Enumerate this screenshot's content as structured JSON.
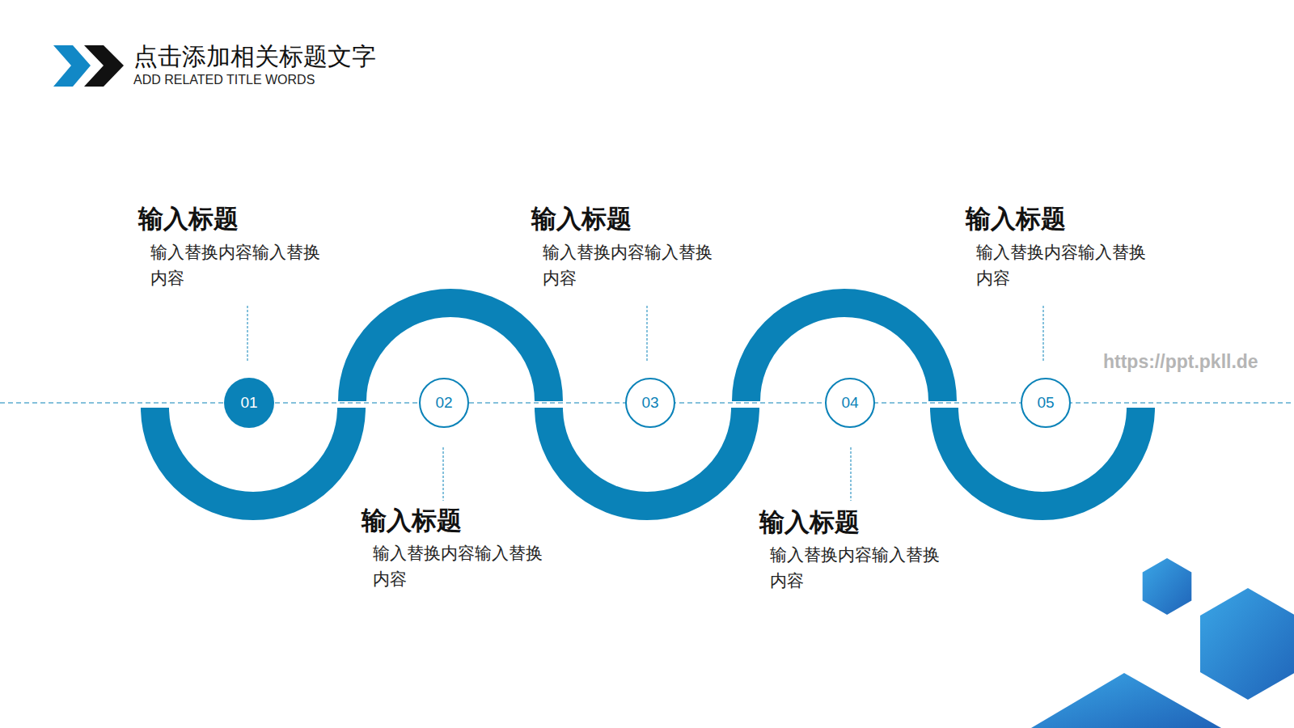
{
  "diagram": {
    "title": "点击添加相关标题文字",
    "nodes": [
      {
        "text": [
          "01"
        ]
      },
      {
        "text": [
          "02"
        ]
      },
      {
        "text": [
          "03"
        ]
      },
      {
        "text": [
          "04"
        ]
      },
      {
        "text": [
          "05"
        ]
      }
    ],
    "labels": [
      "ADD RELATED TITLE WORDS",
      "输入标题",
      "输入替换内容输入替换内容",
      "输入标题",
      "输入替换内容输入替换内容",
      "输入标题",
      "输入替换内容输入替换内容",
      "输入标题",
      "输入替换内容输入替换内容",
      "输入标题",
      "输入替换内容输入替换内容",
      "https://ppt.pkll.de"
    ]
  }
}
